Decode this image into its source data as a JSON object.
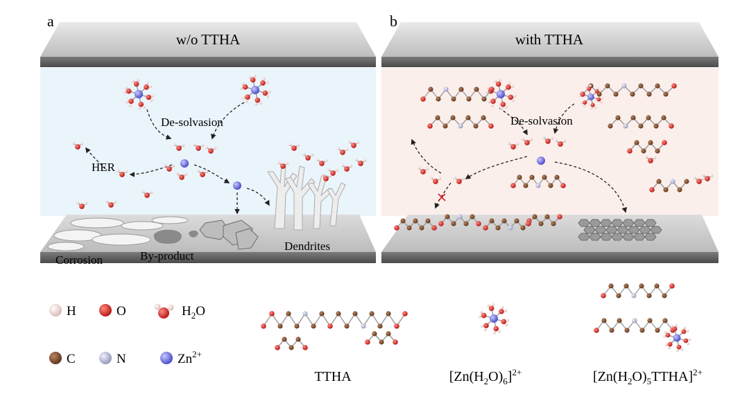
{
  "panel_a": {
    "letter": "a",
    "title": "w/o TTHA",
    "labels": {
      "desolvation": "De-solvasion",
      "her": "HER",
      "corrosion": "Corrosion",
      "byproduct": "By-product",
      "dendrites": "Dendrites"
    },
    "colors": {
      "bath": "#eaf4fb"
    }
  },
  "panel_b": {
    "letter": "b",
    "title": "with TTHA",
    "labels": {
      "desolvation": "De-solvasion"
    },
    "colors": {
      "bath": "#fbefec"
    }
  },
  "legend": {
    "items": [
      {
        "symbol": "H",
        "color": "#f2d4d0"
      },
      {
        "symbol": "O",
        "color": "#e0221e"
      },
      {
        "symbol": "C",
        "color": "#7a4a2a"
      },
      {
        "symbol": "N",
        "color": "#b8bcd6"
      },
      {
        "symbol_base": "Zn",
        "symbol_sup": "2+",
        "color": "#6f6fe0"
      }
    ],
    "water": {
      "base": "H",
      "sub": "2",
      "tail": "O"
    }
  },
  "captions": {
    "ttha": "TTHA",
    "zn_h2o6": {
      "p1": "[Zn(H",
      "s1": "2",
      "p2": "O)",
      "s2": "6",
      "p3": "]",
      "sup": "2+"
    },
    "zn_h2o5_ttha": {
      "p1": "[Zn(H",
      "s1": "2",
      "p2": "O)",
      "s2": "5",
      "p3": "TTHA]",
      "sup": "2+"
    }
  }
}
